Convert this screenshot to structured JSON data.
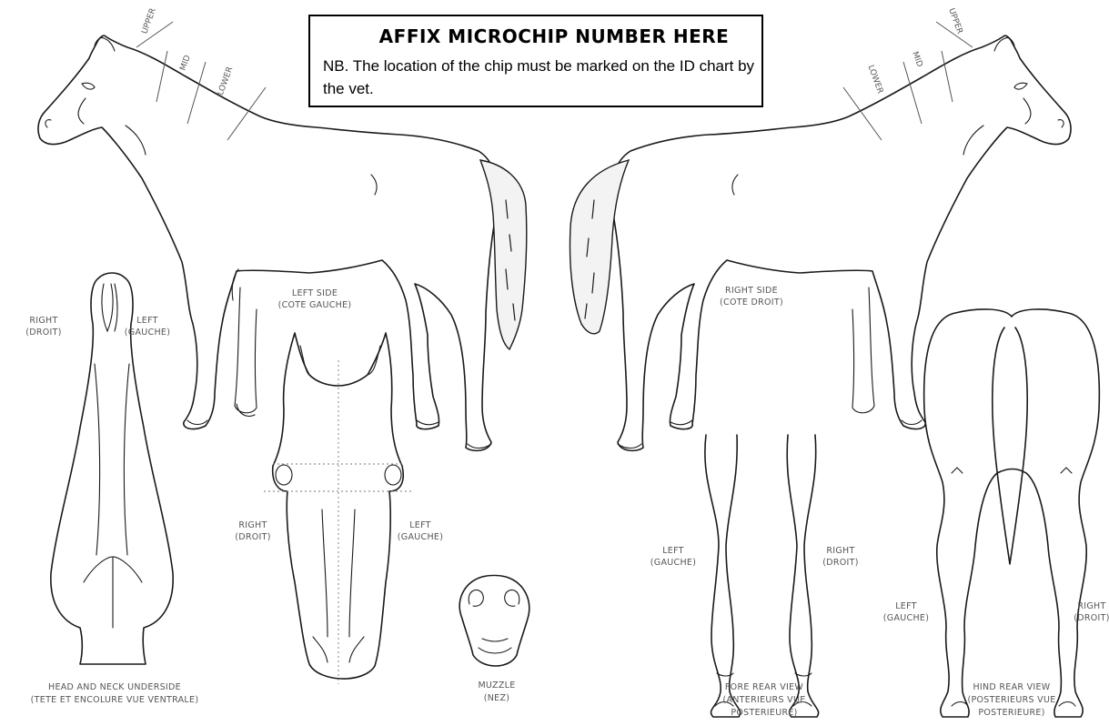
{
  "chip_box": {
    "title": "AFFIX MICROCHIP NUMBER HERE",
    "note": "NB. The location of the chip must be marked on the ID chart by the vet."
  },
  "neck_zones": {
    "upper": "UPPER",
    "mid": "MID",
    "lower": "LOWER"
  },
  "views": {
    "left_side": {
      "line1": "LEFT SIDE",
      "line2": "(COTE GAUCHE)"
    },
    "right_side": {
      "line1": "RIGHT SIDE",
      "line2": "(COTE DROIT)"
    },
    "underside": {
      "right_1": "RIGHT",
      "right_2": "(DROIT)",
      "left_1": "LEFT",
      "left_2": "(GAUCHE)",
      "caption_1": "HEAD AND NECK UNDERSIDE",
      "caption_2": "(TETE ET ENCOLURE VUE VENTRALE)"
    },
    "head_front": {
      "right_1": "RIGHT",
      "right_2": "(DROIT)",
      "left_1": "LEFT",
      "left_2": "(GAUCHE)"
    },
    "muzzle": {
      "caption_1": "MUZZLE",
      "caption_2": "(NEZ)"
    },
    "fore_rear": {
      "left_1": "LEFT",
      "left_2": "(GAUCHE)",
      "right_1": "RIGHT",
      "right_2": "(DROIT)",
      "caption_1": "FORE REAR VIEW",
      "caption_2": "(ANTERIEURS VUE",
      "caption_3": "POSTERIEURE)"
    },
    "hind_rear": {
      "left_1": "LEFT",
      "left_2": "(GAUCHE)",
      "right_1": "RIGHT",
      "right_2": "(DROIT)",
      "caption_1": "HIND REAR VIEW",
      "caption_2": "(POSTERIEURS VUE",
      "caption_3": "POSTERIEURE)"
    }
  }
}
